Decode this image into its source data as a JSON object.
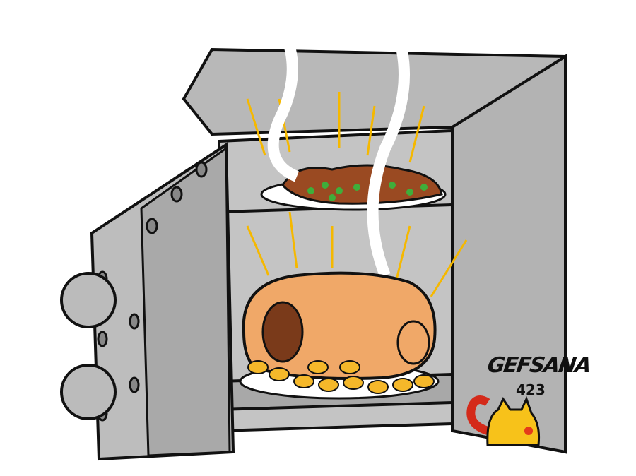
{
  "illustration": {
    "subject": "Cartoon of an open bank vault filled with food: a roast pig with a chocolate egg and roast potatoes on the lower shelf, a plate of stew with peas on the upper shelf, steam rising",
    "signature": "GEFSANA",
    "number": "423",
    "colors": {
      "vault_gray": "#b8b8b8",
      "vault_dark": "#9a9a9a",
      "outline": "#111111",
      "pig": "#f0a868",
      "egg": "#7a3a1a",
      "potatoes": "#f5b82a",
      "peas": "#3fae3a",
      "stew": "#9a4a22",
      "glow": "#f5b800",
      "cat": "#f7c21a",
      "cat_tail_red": "#d42a1a"
    }
  }
}
